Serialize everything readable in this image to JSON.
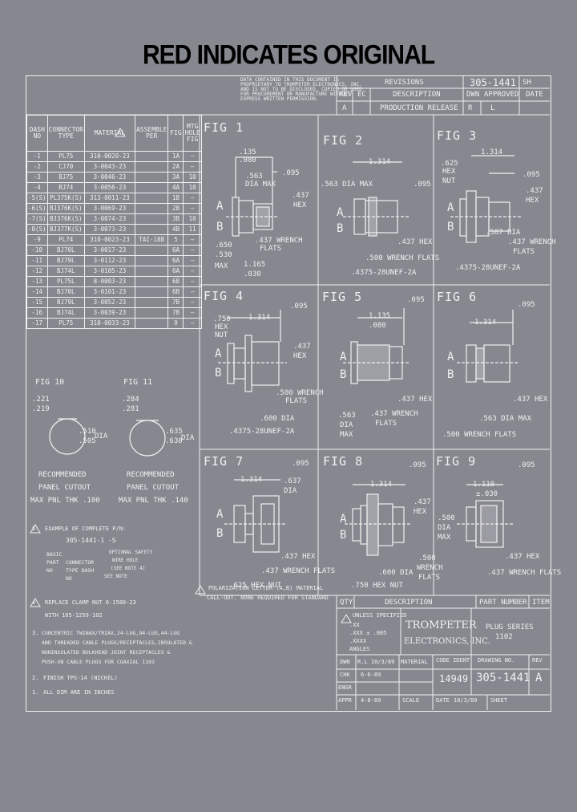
{
  "header": {
    "title": "RED INDICATES ORIGINAL"
  },
  "notice": [
    "DATA CONTAINED IN THIS DOCUMENT IS",
    "PROPRIETARY TO TROMPETER ELECTRONICS, INC.",
    "AND IS NOT TO BE DISCLOSED, COPIED OR USED",
    "FOR PROCUREMENT OR MANUFACTURE WITHOUT",
    "EXPRESS WRITTEN PERMISSION."
  ],
  "revisions": {
    "title": "REVISIONS",
    "drawing": "305-1441",
    "sheet_label": "SH",
    "headers": [
      "REV",
      "EC",
      "DESCRIPTION",
      "DWN",
      "APPROVED",
      "DATE"
    ],
    "row": {
      "rev": "A",
      "ec": "",
      "desc": "PRODUCTION RELEASE",
      "dwn": "R",
      "appr": "L",
      "date": ""
    }
  },
  "dash_table": {
    "headers": [
      "DASH NO",
      "CONNECTOR TYPE",
      "MATERIAL",
      "ASSEMBLE PER",
      "FIG",
      "MTG HOLE FIG"
    ],
    "rows": [
      [
        "-1",
        "PL75",
        "310-0020-23",
        "",
        "1A",
        "—"
      ],
      [
        "-2",
        "CJ70",
        "3-0043-23",
        "",
        "2A",
        "—"
      ],
      [
        "-3",
        "BJ75",
        "3-0046-23",
        "",
        "3A",
        "10"
      ],
      [
        "-4",
        "BJ74",
        "3-0056-23",
        "",
        "4A",
        "10"
      ],
      [
        "-5(S)",
        "PL375K(S)",
        "313-0011-23",
        "",
        "1B",
        "—"
      ],
      [
        "-6(S)",
        "BJ376K(S)",
        "3-0069-23",
        "",
        "2B",
        "—"
      ],
      [
        "-7(S)",
        "BJ376K(S)",
        "3-0074-23",
        "",
        "3B",
        "10"
      ],
      [
        "-8(S)",
        "BJ377K(S)",
        "3-0073-23",
        "",
        "4B",
        "11"
      ],
      [
        "-9",
        "PL74",
        "310-0023-23",
        "TAI-188",
        "5",
        "—"
      ],
      [
        "-10",
        "BJ70L",
        "3-0017-23",
        "",
        "6A",
        "—"
      ],
      [
        "-11",
        "BJ79L",
        "3-0112-23",
        "",
        "6A",
        "—"
      ],
      [
        "-12",
        "BJ74L",
        "3-0105-23",
        "",
        "6A",
        "—"
      ],
      [
        "-13",
        "PL75L",
        "8-0003-23",
        "",
        "6B",
        "—"
      ],
      [
        "-14",
        "BJ70L",
        "3-0101-23",
        "",
        "6B",
        "—"
      ],
      [
        "-15",
        "BJ79L",
        "3-0052-23",
        "",
        "7B",
        "—"
      ],
      [
        "-16",
        "BJ74L",
        "3-0039-23",
        "",
        "7B",
        "—"
      ],
      [
        "-17",
        "PL75",
        "310-0033-23",
        "",
        "9",
        "—"
      ]
    ]
  },
  "figures": {
    "fig1": {
      "label": "FIG 1",
      "dims": [
        ".135",
        ".080",
        ".563",
        "DIA MAX",
        ".095",
        ".437",
        "HEX",
        ".437 WRENCH",
        "FLATS",
        ".650",
        ".530",
        "MAX",
        "1.165",
        ".030"
      ]
    },
    "fig2": {
      "label": "FIG 2",
      "dims": [
        "1.314",
        ".563 DIA MAX",
        ".095",
        ".437 HEX",
        ".500 WRENCH FLATS",
        ".4375-28UNEF-2A"
      ]
    },
    "fig3": {
      "label": "FIG 3",
      "dims": [
        ".625",
        "HEX",
        "NUT",
        "1.314",
        ".095",
        ".437",
        "HEX",
        ".587 DIA",
        ".437 WRENCH",
        "FLATS",
        ".4375-28UNEF-2A"
      ]
    },
    "fig4": {
      "label": "FIG 4",
      "dims": [
        ".750",
        "HEX",
        "NUT",
        "1.314",
        ".095",
        ".437",
        "HEX",
        ".500 WRENCH",
        "FLATS",
        ".600 DIA",
        ".4375-28UNEF-2A"
      ]
    },
    "fig5": {
      "label": "FIG 5",
      "dims": [
        "1.135",
        ".080",
        ".095",
        ".437 WRENCH",
        "FLATS",
        ".563",
        "DIA",
        "MAX",
        ".437 HEX"
      ]
    },
    "fig6": {
      "label": "FIG 6",
      "dims": [
        "1.314",
        ".095",
        ".437 HEX",
        ".563 DIA MAX",
        ".500 WRENCH FLATS"
      ]
    },
    "fig7": {
      "label": "FIG 7",
      "dims": [
        "1.314",
        ".095",
        ".637",
        "DIA",
        ".437 HEX",
        ".437 WRENCH FLATS",
        ".625 HEX NUT"
      ]
    },
    "fig8": {
      "label": "FIG 8",
      "dims": [
        "1.314",
        ".095",
        ".437",
        "HEX",
        ".500",
        "WRENCH",
        "FLATS",
        ".600 DIA",
        ".750 HEX NUT"
      ]
    },
    "fig9": {
      "label": "FIG 9",
      "dims": [
        "1.110",
        "±.030",
        ".095",
        ".500",
        "DIA",
        "MAX",
        ".437 HEX",
        ".437 WRENCH FLATS"
      ]
    }
  },
  "letters": {
    "a": "A",
    "b": "B"
  },
  "cutouts": {
    "fig10": {
      "label": "FIG 10",
      "d1": ".221",
      "d2": ".219",
      "d3": ".510",
      "d4": ".505",
      "dia": "DIA",
      "rec1": "RECOMMENDED",
      "rec2": "PANEL CUTOUT",
      "rec3": "MAX PNL THK .100"
    },
    "fig11": {
      "label": "FIG 11",
      "d1": ".284",
      "d2": ".281",
      "d3": ".635",
      "d4": ".630",
      "dia": "DIA",
      "rec1": "RECOMMENDED",
      "rec2": "PANEL CUTOUT",
      "rec3": "MAX PNL THK .140"
    }
  },
  "notes": {
    "n5": [
      "EXAMPLE OF COMPLETE P/N:",
      "305-1441-1 -S",
      "BASIC",
      "PART",
      "NO",
      "CONNECTOR",
      "TYPE DASH",
      "NO",
      "OPTIONAL SAFETY",
      "WIRE HOLE",
      "(SEE NOTE 4)",
      "SEE NOTE"
    ],
    "n4": [
      "REPLACE CLAMP NUT 6-1580-23",
      "WITH 105-1259-102"
    ],
    "n3": [
      "CONCENTRIC TWINAX/TRIAX,24-LUG,94-LUG,44-LUG",
      "AND THREADED CABLE PLUGS/RECEPTACLES,INSULATED &",
      "NONINSULATED BULKHEAD JOINT RECEPTACLES &",
      "PUSH-ON CABLE PLUGS FOR COAXIAL 1102"
    ],
    "n2": [
      "FINISH TPS-14 (NICKEL)"
    ],
    "n1": [
      "ALL DIM ARE IN INCHES"
    ],
    "nums": [
      "5",
      "4",
      "3.",
      "2.",
      "1."
    ]
  },
  "polarization": [
    "POLARIZATION LETTER (A,B) MATERIAL",
    "CALL-OUT. NONE REQUIRED FOR STANDARD"
  ],
  "bom": {
    "qty": "QTY",
    "desc": "DESCRIPTION",
    "pn": "PART NUMBER",
    "item": "ITEM"
  },
  "title_block": {
    "tol": [
      "UNLESS SPECIFIED",
      ".XX",
      ".XXX ± .005",
      ".XXXX",
      "ANGLES"
    ],
    "company1": "TROMPETER",
    "company2": "ELECTRONICS, INC.",
    "series1": "PLUG SERIES",
    "series2": "1102",
    "dwn": "DWN",
    "chk": "CHK",
    "engr": "ENGR",
    "appr": "APPR",
    "dwn_val": "R.L 10/3/89",
    "chk_val": "6-6-89",
    "appr_val": "4-8-89",
    "material": "MATERIAL",
    "code_ident": "CODE IDENT",
    "code_val": "14949",
    "drawing_no": "DRAWING NO.",
    "drawing_val": "305-1441",
    "rev": "REV",
    "rev_val": "A",
    "scale": "SCALE",
    "date": "DATE",
    "date_val": "10/3/89",
    "sheet": "SHEET"
  }
}
